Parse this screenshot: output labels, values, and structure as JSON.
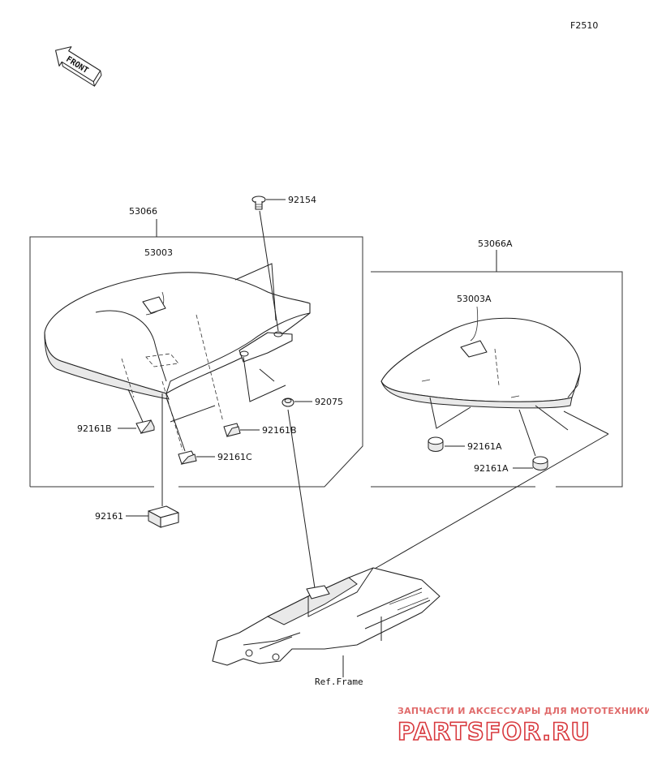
{
  "diagram_code": "F2510",
  "front_label": "FRONT",
  "parts": {
    "seat_main": "53066",
    "seat_main_cover": "53003",
    "bolt": "92154",
    "grommet": "92075",
    "damper_b_left": "92161B",
    "damper_b_right": "92161B",
    "damper_c": "92161C",
    "damper": "92161",
    "seat_rear": "53066A",
    "seat_rear_cover": "53003A",
    "damper_a_left": "92161A",
    "damper_a_right": "92161A"
  },
  "frame_label": "Ref.Frame",
  "watermark": {
    "tagline": "ЗАПЧАСТИ И АКСЕССУАРЫ ДЛЯ МОТОТЕХНИКИ",
    "brand": "PARTSFOR.RU"
  }
}
